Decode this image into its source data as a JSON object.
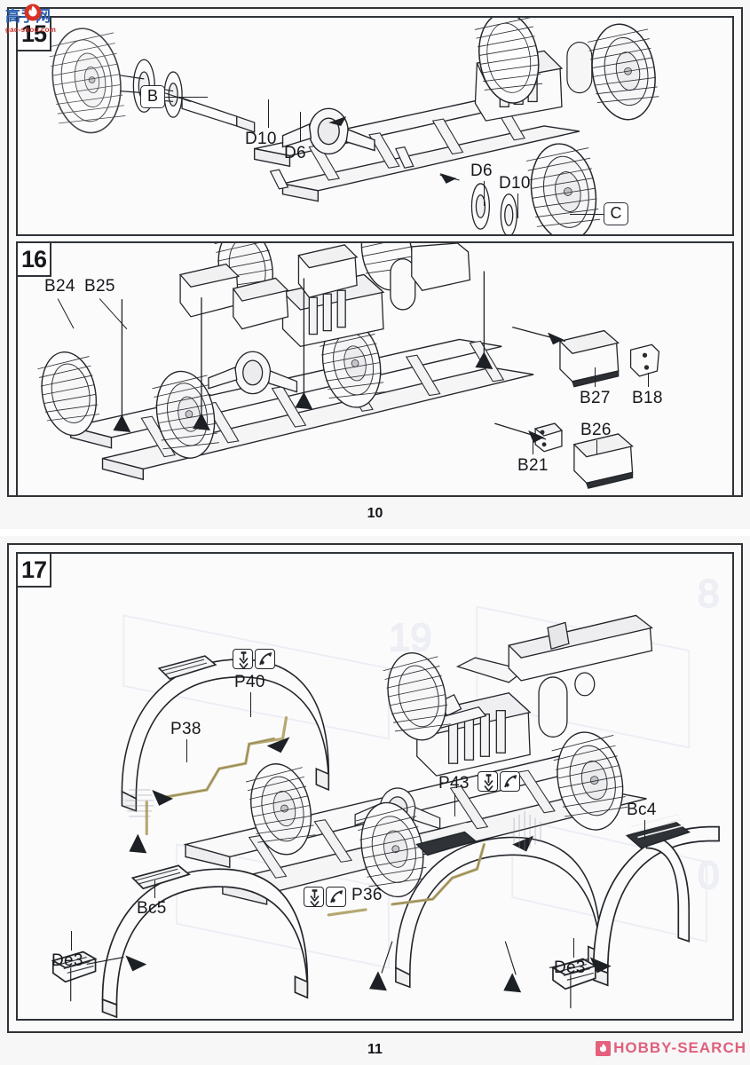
{
  "document": {
    "type": "model-kit-assembly-instructions",
    "watermarks": {
      "top_left": {
        "text": "高手网",
        "url": "gao-shou.com"
      },
      "bottom_right": {
        "text": "HOBBY-SEARCH"
      }
    }
  },
  "pages": [
    {
      "page_number": "10",
      "steps": [
        {
          "number": "15",
          "labels": [
            {
              "id": "b-box",
              "text": "B",
              "style": "boxed"
            },
            {
              "id": "d10-left",
              "text": "D10",
              "style": "plain"
            },
            {
              "id": "d6-left",
              "text": "D6",
              "style": "plain"
            },
            {
              "id": "d6-right",
              "text": "D6",
              "style": "plain"
            },
            {
              "id": "d10-right",
              "text": "D10",
              "style": "plain"
            },
            {
              "id": "c-box",
              "text": "C",
              "style": "boxed"
            }
          ]
        },
        {
          "number": "16",
          "labels": [
            {
              "id": "b24",
              "text": "B24",
              "style": "plain"
            },
            {
              "id": "b25",
              "text": "B25",
              "style": "plain"
            },
            {
              "id": "b27",
              "text": "B27",
              "style": "plain"
            },
            {
              "id": "b18",
              "text": "B18",
              "style": "plain"
            },
            {
              "id": "b21",
              "text": "B21",
              "style": "plain"
            },
            {
              "id": "b26",
              "text": "B26",
              "style": "plain"
            }
          ]
        }
      ]
    },
    {
      "page_number": "11",
      "steps": [
        {
          "number": "17",
          "labels": [
            {
              "id": "p40",
              "text": "P40",
              "style": "plain",
              "icons": [
                "insert-arrow-icon",
                "bend-part-icon"
              ]
            },
            {
              "id": "p38",
              "text": "P38",
              "style": "plain"
            },
            {
              "id": "p43",
              "text": "P43",
              "style": "plain",
              "icons": [
                "insert-arrow-icon",
                "bend-part-icon"
              ]
            },
            {
              "id": "p36",
              "text": "P36",
              "style": "plain",
              "icons": [
                "insert-arrow-icon",
                "bend-part-icon"
              ]
            },
            {
              "id": "bc5",
              "text": "Bc5",
              "style": "plain"
            },
            {
              "id": "bc4",
              "text": "Bc4",
              "style": "plain"
            },
            {
              "id": "de3-left",
              "text": "De3",
              "style": "plain"
            },
            {
              "id": "de3-right",
              "text": "De3",
              "style": "plain"
            }
          ]
        }
      ]
    }
  ],
  "colors": {
    "ink": "#1d2024",
    "frame": "#2f3338",
    "paper": "#fafafa",
    "photoetch": "#d8cfa8",
    "watermark_blue": "#2a5fb0",
    "watermark_red": "#c8302a",
    "hobby_pink": "#e0607c"
  }
}
